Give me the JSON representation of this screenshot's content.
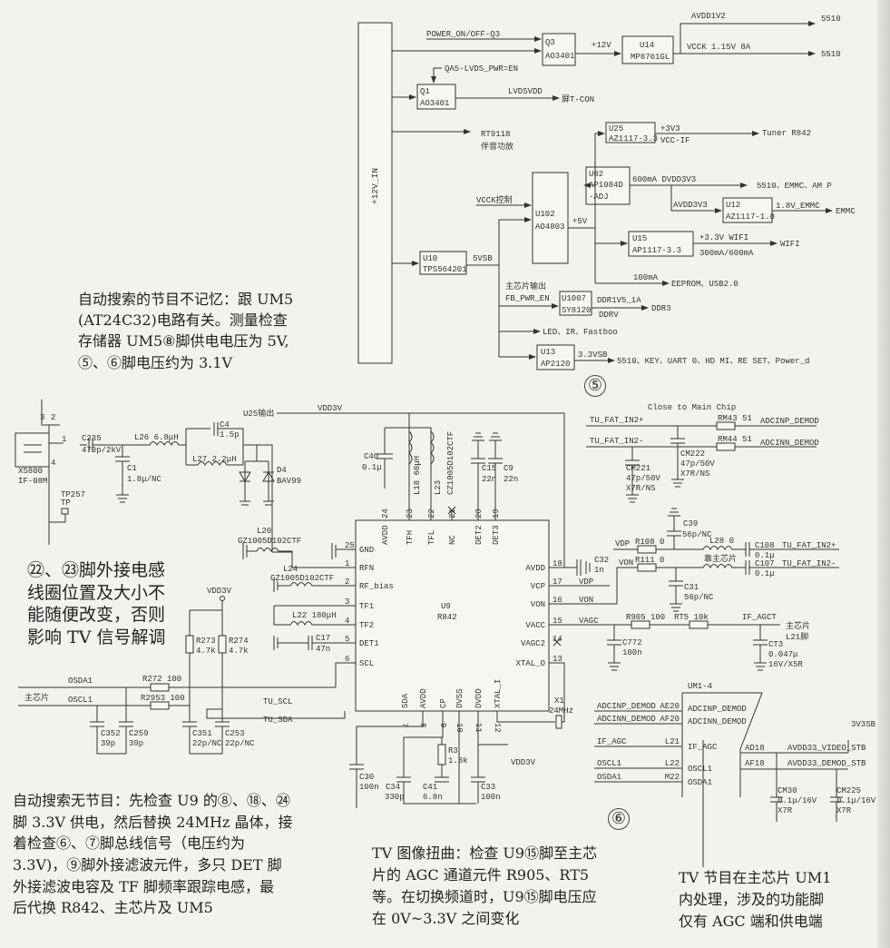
{
  "power": {
    "vin": "+12V_IN",
    "power_on": "POWER_ON/OFF-Q3",
    "q3": {
      "ref": "Q3",
      "part": "AO3401"
    },
    "plus12v": "+12V",
    "u14": {
      "ref": "U14",
      "part": "MP8761GL"
    },
    "avdd1v2": "AVDD1V2",
    "vcck": "VCCK 1.15V 8A",
    "dest_5510_a": "5510",
    "dest_5510_b": "5510",
    "qa5": "QA5-LVDS_PWR=EN",
    "q1": {
      "ref": "Q1",
      "part": "AO3401"
    },
    "lvdsvdd": "LVDSVDD",
    "tcon": "屏T-CON",
    "rt9118": "RT9118",
    "audio_amp": "伴音功放",
    "u25": {
      "ref": "U25",
      "part": "AZ1117-3.3"
    },
    "p3v3": "+3V3",
    "vcc_if": "VCC-IF",
    "tuner": "Tuner R842",
    "u02": {
      "ref": "U02",
      "part": "AP1084D",
      "part2": "-ADJ"
    },
    "dvdd": "600mA DVDD3V3",
    "dvdd_dest": "5510、EMMC、AM P",
    "avdd3v3": "AVDD3V3",
    "u12": {
      "ref": "U12",
      "part": "AZ1117-1.8"
    },
    "emmc18": "1.8V_EMMC",
    "emmc": "EMMC",
    "vcck_ctrl": "VCCK控制",
    "u102": {
      "ref": "U102",
      "part": "AO4803"
    },
    "plus5v": "+5V",
    "u15": {
      "ref": "U15",
      "part": "AP1117-3.3"
    },
    "wifi33": "+3.3V WIFI",
    "wifi_ma": "300mA/600mA",
    "wifi": "WIFI",
    "ma100": "100mA",
    "eeprom": "EEPROM、USB2.0",
    "u10": {
      "ref": "U10",
      "part": "TPS564201"
    },
    "vsb5": "5VSB",
    "main_out": "主芯片输出",
    "fb_pwr": "FB_PWR_EN",
    "u1007": {
      "ref": "U1007",
      "part": "SY8120"
    },
    "ddr15": "DDR1V5_1A",
    "ddrv": "DDRV",
    "ddr3": "DDR3",
    "led": "LED、IR、Fastboo",
    "u13": {
      "ref": "U13",
      "part": "AP2120"
    },
    "vsb33": "3.3VSB",
    "vsb33_dest": "5510、KEY、UART 0、HD MI、RE SET、Power_d",
    "section": "⑤"
  },
  "tuner": {
    "u25_out": "U25输出",
    "vdd3v": "VDD3V",
    "xs800": "XS800",
    "xs800_part": "IF-08M",
    "pin3": "3",
    "pin2": "2",
    "pin4": "4",
    "pin1": "1",
    "c235": "C235",
    "c235_v": "470p/2kV",
    "tp257": "TP257",
    "tp": "TP",
    "l26": "L26 6.8μH",
    "c1": "C1",
    "c1_v": "1.8μ/NC",
    "c4": "C4",
    "c4_v": "1.5p",
    "l27": "L27 2.2μH",
    "d4": "D4",
    "d4_v": "BAV99",
    "c40": "C40",
    "c40_v": "0.1μ",
    "l18": "L18 68μH",
    "l23": "L23",
    "l23_v": "CZ1005D102CTF",
    "c15": "C15",
    "c15_v": "22n",
    "c9": "C9",
    "c9_v": "22n",
    "l20": "L20",
    "l20_v": "GZ1005D102CTF",
    "l24": "L24",
    "l24_v": "GZ1005D102CTF",
    "l22": "L22 180μH",
    "c17": "C17",
    "c17_v": "47n",
    "u9": "U9",
    "u9_part": "R842",
    "left_pins": [
      {
        "num": "25",
        "name": "GND"
      },
      {
        "num": "1",
        "name": "RFN"
      },
      {
        "num": "2",
        "name": "RF_bias"
      },
      {
        "num": "3",
        "name": "TF1"
      },
      {
        "num": "4",
        "name": "TF2"
      },
      {
        "num": "5",
        "name": "DET1"
      },
      {
        "num": "6",
        "name": "SCL"
      }
    ],
    "top_pins": [
      {
        "num": "24",
        "name": "AVDD"
      },
      {
        "num": "23",
        "name": "TFH"
      },
      {
        "num": "22",
        "name": "TFL"
      },
      {
        "num": "21",
        "name": "NC"
      },
      {
        "num": "20",
        "name": "DET2"
      },
      {
        "num": "19",
        "name": "DET3"
      }
    ],
    "right_pins": [
      {
        "num": "18",
        "name": "AVDD"
      },
      {
        "num": "17",
        "name": "VCP"
      },
      {
        "num": "16",
        "name": "VON"
      },
      {
        "num": "15",
        "name": "VACC"
      },
      {
        "num": "14",
        "name": "VAGC2"
      },
      {
        "num": "13",
        "name": "XTAL_O"
      }
    ],
    "bottom_pins": [
      {
        "num": "7",
        "name": "SDA"
      },
      {
        "num": "8",
        "name": "AVDD"
      },
      {
        "num": "9",
        "name": "CP"
      },
      {
        "num": "10",
        "name": "DVSS"
      },
      {
        "num": "11",
        "name": "DVDD"
      },
      {
        "num": "12",
        "name": "XTAL_I"
      }
    ],
    "vdd3v_pullup": "VDD3V",
    "r273": "R273",
    "r273_v": "4.7k",
    "r274": "R274",
    "r274_v": "4.7k",
    "osda1": "OSDA1",
    "oscl1": "OSCL1",
    "main_chip": "主芯片",
    "r272": "R272 100",
    "r2953": "R2953 100",
    "tu_scl": "TU_SCL",
    "tu_sda": "TU_SDA",
    "c352": "C352",
    "c352_v": "39p",
    "c259": "C259",
    "c259_v": "39p",
    "c351": "C351",
    "c351_v": "22p/NC",
    "c253": "C253",
    "c253_v": "22p/NC",
    "r3": "R3",
    "r3_v": "1.8k",
    "c30": "C30",
    "c30_v": "100n",
    "c34": "C34",
    "c34_v": "330p",
    "c41": "C41",
    "c41_v": "6.8n",
    "c33": "C33",
    "c33_v": "100n",
    "vdd3v_b": "VDD3V",
    "x1": "X1",
    "x1_v": "24MHz",
    "c32": "C32",
    "c32_v": "1n",
    "vdp": "VDP",
    "von": "VON",
    "vagc": "VAGC",
    "vdp2": "VDP",
    "von2": "VON",
    "r108": "R108 0",
    "r111": "R111 0",
    "l28": "L28 0",
    "near_main": "靠主芯片",
    "c39": "C39",
    "c39_v": "56p/NC",
    "c31": "C31",
    "c31_v": "56p/NC",
    "c108": "C108",
    "c108_v": "0.1μ",
    "c107": "C107",
    "c107_v": "0.1μ",
    "tu_fat_p": "TU_FAT_IN2+",
    "tu_fat_n": "TU_FAT_IN2-",
    "tu_fat_p2": "TU_FAT_IN2+",
    "tu_fat_n2": "TU_FAT_IN2-",
    "close": "Close to Main Chip",
    "rm43": "RM43 51",
    "rm44": "RM44 51",
    "adcinp": "ADCINP_DEMOD",
    "adcinn": "ADCINN_DEMOD",
    "cm221": "CM221",
    "cm221_v": "47p/50V",
    "cm221_t": "X7R/NS",
    "cm222": "CM222",
    "cm222_v": "47p/50V",
    "cm222_t": "X7R/NS",
    "r905": "R905 100",
    "rt5": "RT5 10k",
    "if_agct": "IF_AGCT",
    "main_l21": "主芯片",
    "l21": "L21脚",
    "c772": "C772",
    "c772_v": "100n",
    "ct3": "CT3",
    "ct3_v": "0.047μ",
    "ct3_t": "16V/X5R",
    "section": "⑥"
  },
  "um1": {
    "title": "UM1-4",
    "left": [
      {
        "net": "ADCINP_DEMOD",
        "pin": "AE20",
        "name": "ADCINP_DEMOD"
      },
      {
        "net": "ADCINN_DEMOD",
        "pin": "AF20",
        "name": "ADCINN_DEMOD"
      },
      {
        "net": "IF_AGC",
        "pin": "L21",
        "name": "IF_AGC"
      },
      {
        "net": "OSCL1",
        "pin": "L22",
        "name": "OSCL1"
      },
      {
        "net": "OSDA1",
        "pin": "M22",
        "name": "OSDA1"
      }
    ],
    "ad18": "AD18",
    "af18": "AF18",
    "avdd_video": "AVDD33_VIDEO_STB",
    "avdd_demod": "AVDD33_DEMOD_STB",
    "v3v3sb": "3V3SB",
    "cm30": "CM30",
    "cm30_v": "0.1μ/16V",
    "cm30_t": "X7R",
    "cm225": "CM225",
    "cm225_v": "0.1μ/16V",
    "cm225_t": "X7R"
  },
  "notes": {
    "memory": [
      "自动搜索的节目不记忆：跟 UM5",
      "(AT24C32)电路有关。测量检查",
      "存储器 UM5⑧脚供电电压为 5V,",
      "⑤、⑥脚电压约为 3.1V"
    ],
    "coil": [
      "㉒、㉓脚外接电感",
      "线圈位置及大小不",
      "能随便改变，否则",
      "影响 TV 信号解调"
    ],
    "no_program": [
      "自动搜索无节目：先检查 U9 的⑧、⑱、㉔",
      "脚 3.3V 供电，然后替换 24MHz 晶体，接",
      "着检查⑥、⑦脚总线信号（电压约为",
      "3.3V)，⑨脚外接滤波元件，多只 DET 脚",
      "外接滤波电容及 TF 脚频率跟踪电感，最",
      "后代换 R842、主芯片及 UM5"
    ],
    "distortion": [
      "TV 图像扭曲：检查 U9⑮脚至主芯",
      "片的 AGC 通道元件 R905、RT5",
      "等。在切换频道时，U9⑮脚电压应",
      "在 0V~3.3V 之间变化"
    ],
    "um1": [
      "TV 节目在主芯片 UM1",
      "内处理，涉及的功能脚",
      "仅有 AGC 端和供电端"
    ]
  }
}
